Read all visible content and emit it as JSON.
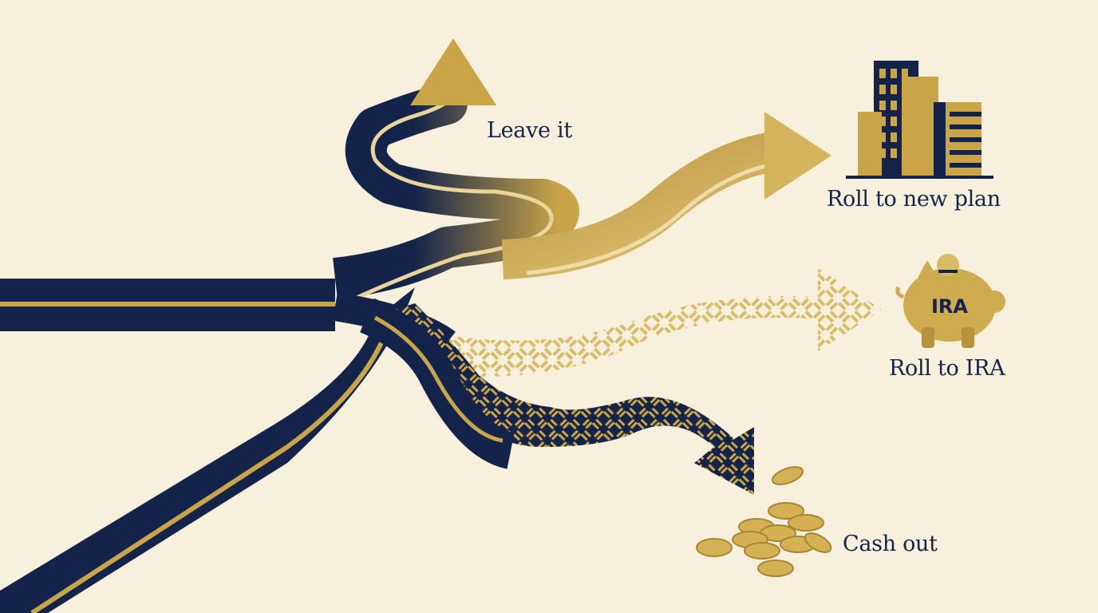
{
  "options": {
    "leave": "Leave it",
    "new_plan": "Roll to new plan",
    "ira": "Roll to IRA",
    "cash": "Cash out"
  },
  "piggy_bank_text": "IRA",
  "colors": {
    "background": "#f6f0dd",
    "navy": "#14234a",
    "gold": "#c9a548",
    "gold_light": "#e6cd84",
    "gold_dark": "#a88534"
  },
  "icons": [
    "building-icon",
    "piggy-bank-icon",
    "coins-icon"
  ]
}
